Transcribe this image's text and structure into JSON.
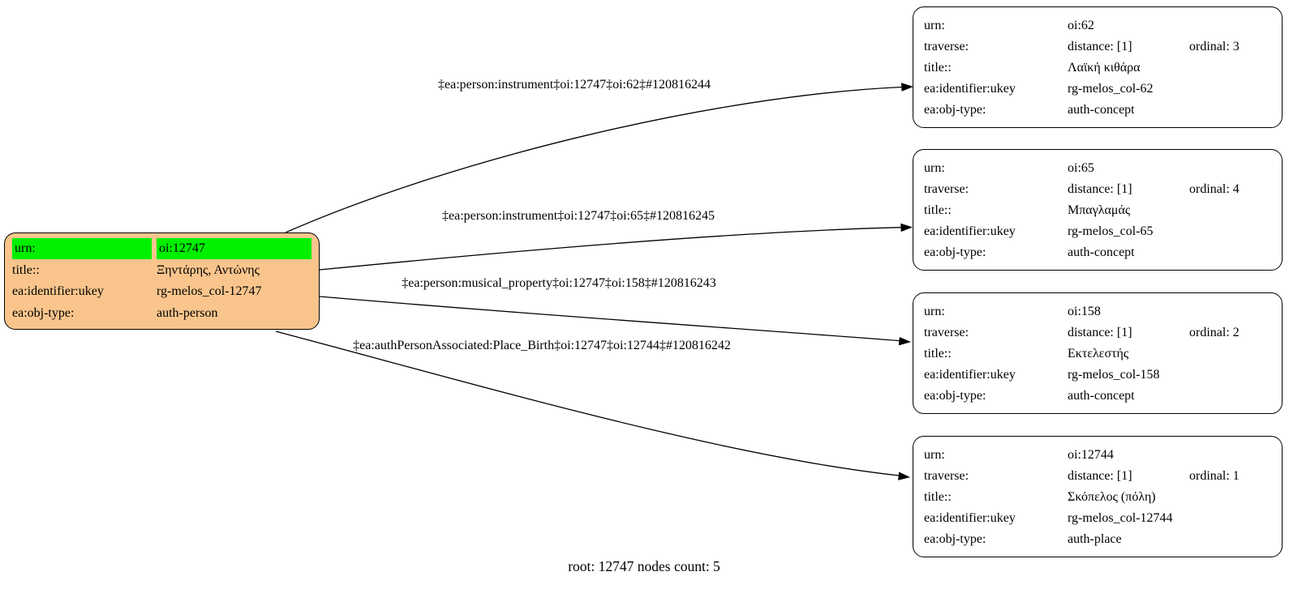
{
  "caption": "root: 12747 nodes count: 5",
  "colors": {
    "root_fill": "#f9c58c",
    "highlight": "#00f000",
    "node_fill": "#ffffff",
    "edge": "#000000"
  },
  "field_labels": {
    "urn": "urn:",
    "traverse": "traverse:",
    "title": "title::",
    "ukey": "ea:identifier:ukey",
    "objtype": "ea:obj-type:"
  },
  "root_node": {
    "rows": [
      {
        "label": "urn:",
        "value": "oi:12747"
      },
      {
        "label": "title::",
        "value": "Ξηντάρης, Αντώνης"
      },
      {
        "label": "ea:identifier:ukey",
        "value": "rg-melos_col-12747"
      },
      {
        "label": "ea:obj-type:",
        "value": "auth-person"
      }
    ]
  },
  "edge_labels": [
    "‡ea:person:instrument‡oi:12747‡oi:62‡#120816244",
    "‡ea:person:instrument‡oi:12747‡oi:65‡#120816245",
    "‡ea:person:musical_property‡oi:12747‡oi:158‡#120816243",
    "‡ea:authPersonAssociated:Place_Birth‡oi:12747‡oi:12744‡#120816242"
  ],
  "nodes": [
    {
      "urn": "oi:62",
      "distance": "distance: [1]",
      "ordinal": "ordinal: 3",
      "title": "Λαϊκή κιθάρα",
      "ukey": "rg-melos_col-62",
      "objtype": "auth-concept"
    },
    {
      "urn": "oi:65",
      "distance": "distance: [1]",
      "ordinal": "ordinal: 4",
      "title": "Μπαγλαμάς",
      "ukey": "rg-melos_col-65",
      "objtype": "auth-concept"
    },
    {
      "urn": "oi:158",
      "distance": "distance: [1]",
      "ordinal": "ordinal: 2",
      "title": "Εκτελεστής",
      "ukey": "rg-melos_col-158",
      "objtype": "auth-concept"
    },
    {
      "urn": "oi:12744",
      "distance": "distance: [1]",
      "ordinal": "ordinal: 1",
      "title": "Σκόπελος (πόλη)",
      "ukey": "rg-melos_col-12744",
      "objtype": "auth-place"
    }
  ]
}
